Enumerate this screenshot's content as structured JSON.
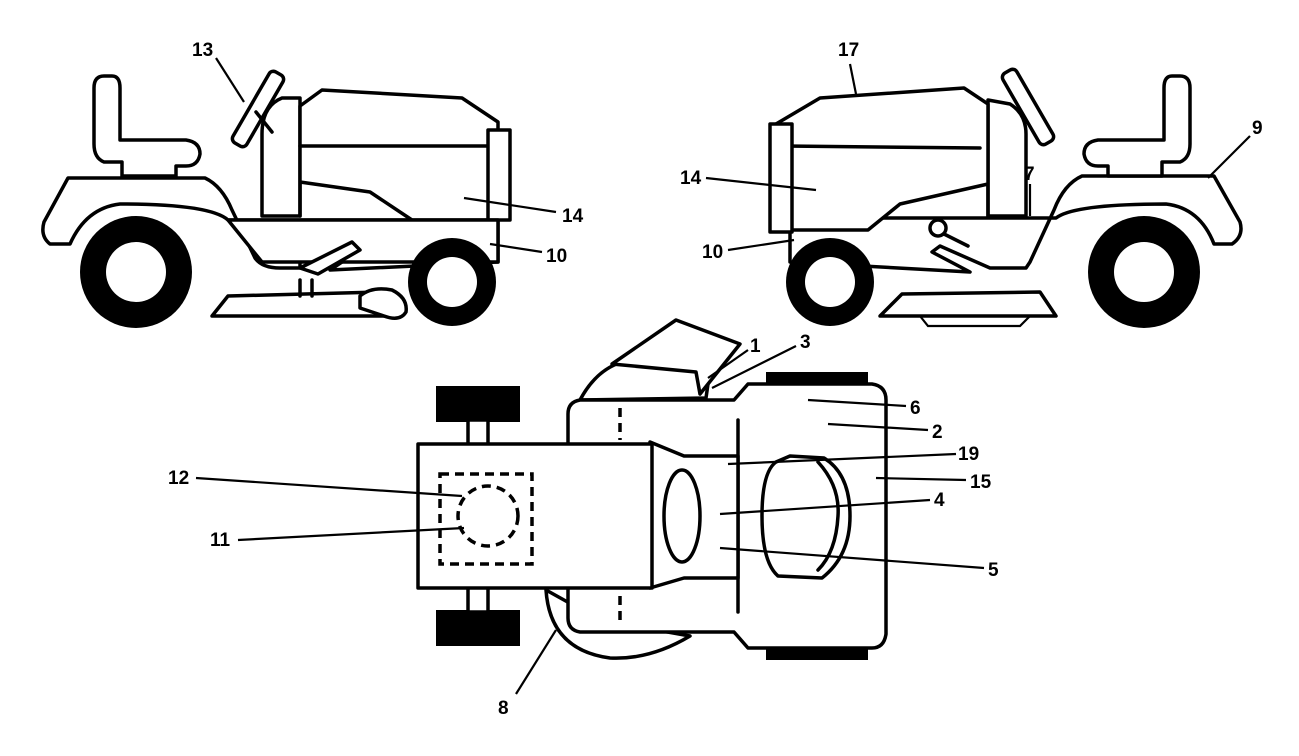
{
  "callouts": {
    "left_13": "13",
    "left_14": "14",
    "left_10": "10",
    "right_17": "17",
    "right_9": "9",
    "right_14": "14",
    "right_7": "7",
    "right_10": "10",
    "top_1": "1",
    "top_3": "3",
    "top_6": "6",
    "top_2": "2",
    "top_19": "19",
    "top_15": "15",
    "top_4": "4",
    "top_5": "5",
    "top_12": "12",
    "top_11": "11",
    "top_8": "8"
  }
}
